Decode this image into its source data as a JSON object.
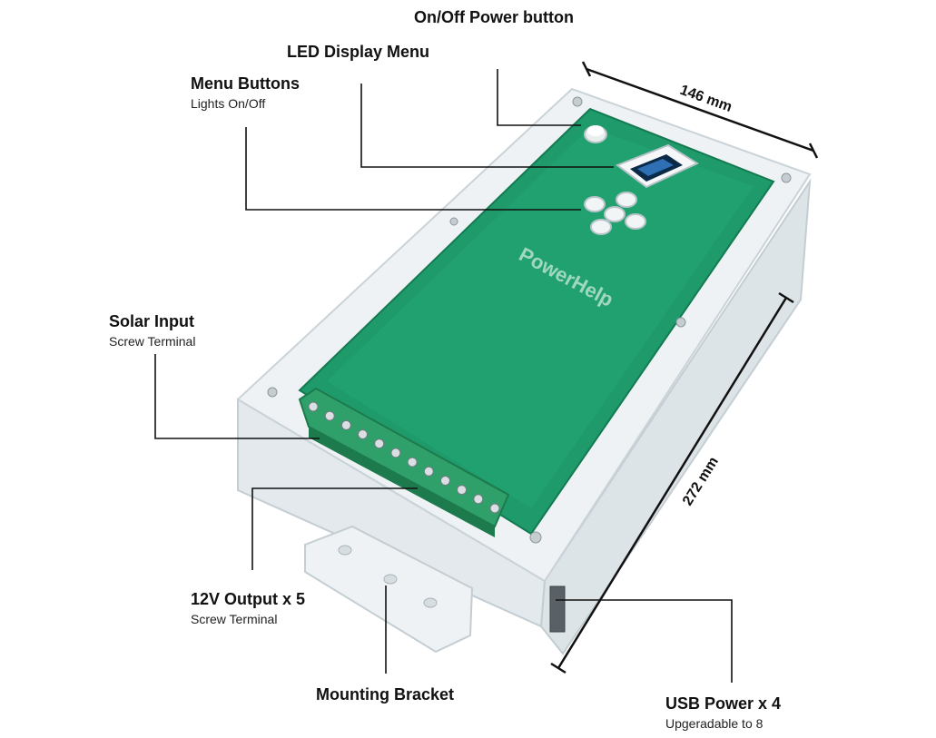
{
  "callouts": {
    "power": {
      "title": "On/Off Power button",
      "subtitle": ""
    },
    "led": {
      "title": "LED Display Menu",
      "subtitle": ""
    },
    "menu": {
      "title": "Menu Buttons",
      "subtitle": "Lights On/Off"
    },
    "solar": {
      "title": "Solar Input",
      "subtitle": "Screw Terminal"
    },
    "output": {
      "title": "12V Output x 5",
      "subtitle": "Screw Terminal"
    },
    "bracket": {
      "title": "Mounting Bracket",
      "subtitle": ""
    },
    "usb": {
      "title": "USB Power x 4",
      "subtitle": "Upgeradable to 8"
    }
  },
  "dimensions": {
    "width_label": "146 mm",
    "length_label": "272 mm"
  },
  "board": {
    "brand_text": "PowerHelp"
  },
  "colors": {
    "pcb": "#1f9a6a",
    "pcb_dark": "#137a52",
    "terminal": "#2fa06a",
    "acrylic": "#e6ecef",
    "acrylic_edge": "#c9d3d8",
    "line": "#111111"
  }
}
